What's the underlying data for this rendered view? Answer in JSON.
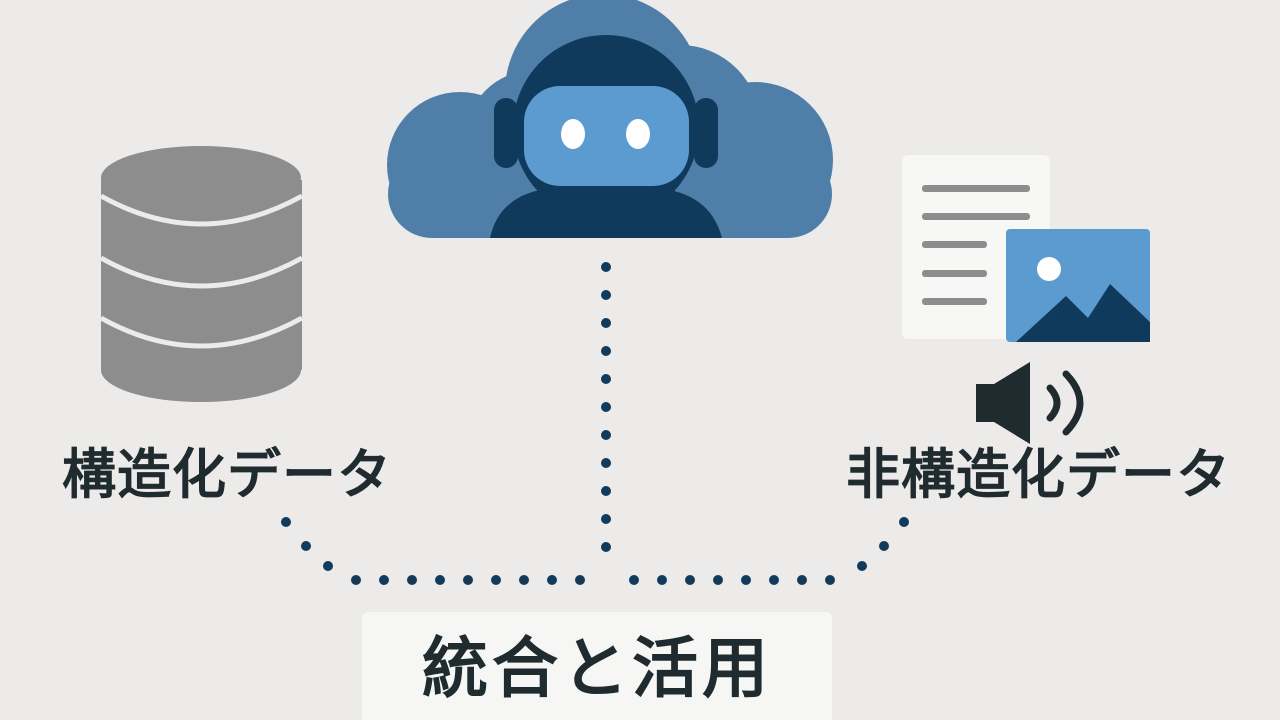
{
  "labels": {
    "structured": "構造化データ",
    "unstructured": "非構造化データ",
    "integration": "統合と活用"
  },
  "icons": {
    "database": "database-icon",
    "cloud_ai": "cloud-robot-icon",
    "document": "document-icon",
    "image": "image-icon",
    "audio": "speaker-icon"
  },
  "colors": {
    "background": "#ecebea",
    "cloud": "#4f7fa8",
    "robot_dark": "#0f3a5c",
    "robot_face": "#5b9bd0",
    "database_gray": "#8d8d8d",
    "dots": "#123a5a",
    "text": "#1f2b2e"
  }
}
